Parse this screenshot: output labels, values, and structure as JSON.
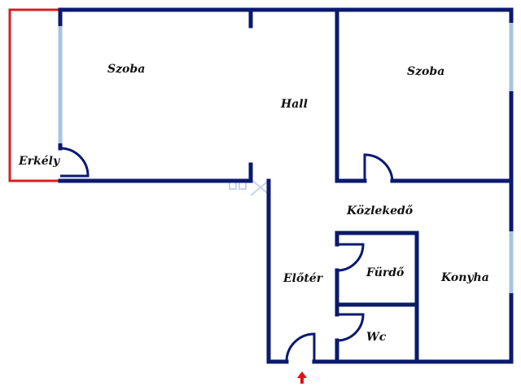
{
  "floorplan": {
    "rooms": {
      "balcony": "Erkély",
      "room_left": "Szoba",
      "hall": "Hall",
      "room_right": "Szoba",
      "corridor": "Közlekedő",
      "entrance": "Előtér",
      "bathroom": "Fürdő",
      "kitchen": "Konyha",
      "toilet": "Wc"
    },
    "colors": {
      "wall": "#0a1a6e",
      "window": "#a8c4e0",
      "balcony_outline": "#d42020",
      "entrance_arrow": "#e01010",
      "watermark": "#c8d4e8"
    }
  }
}
